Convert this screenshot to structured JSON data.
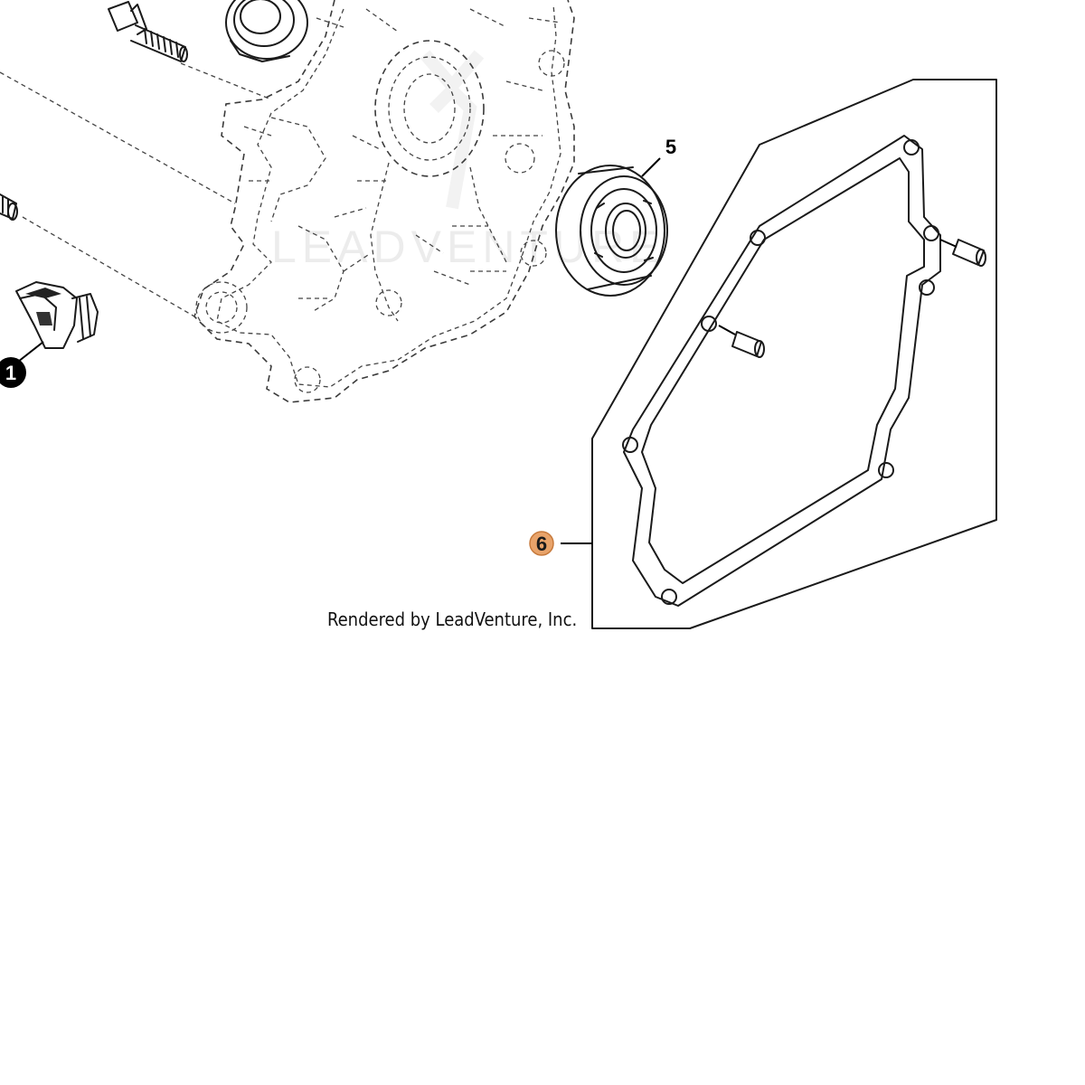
{
  "callouts": [
    {
      "number": "1",
      "style": "filled-black"
    },
    {
      "number": "5",
      "style": "plain"
    },
    {
      "number": "6",
      "style": "highlighted",
      "color": "#e8a36a"
    }
  ],
  "watermark_text": "LEADVENTURE",
  "credit": "Rendered by LeadVenture, Inc.",
  "colors": {
    "line": "#1a1a1a",
    "highlight_fill": "#e8a36a",
    "highlight_stroke": "#c77a3c"
  }
}
